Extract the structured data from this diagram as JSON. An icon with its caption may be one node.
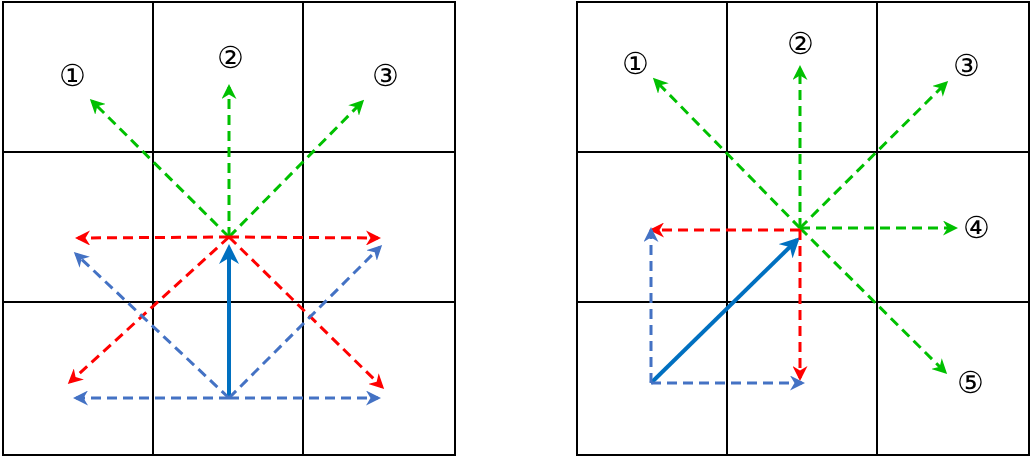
{
  "diagram": {
    "labels": [
      "①",
      "②",
      "③",
      "①",
      "②",
      "③",
      "④",
      "⑤"
    ]
  }
}
